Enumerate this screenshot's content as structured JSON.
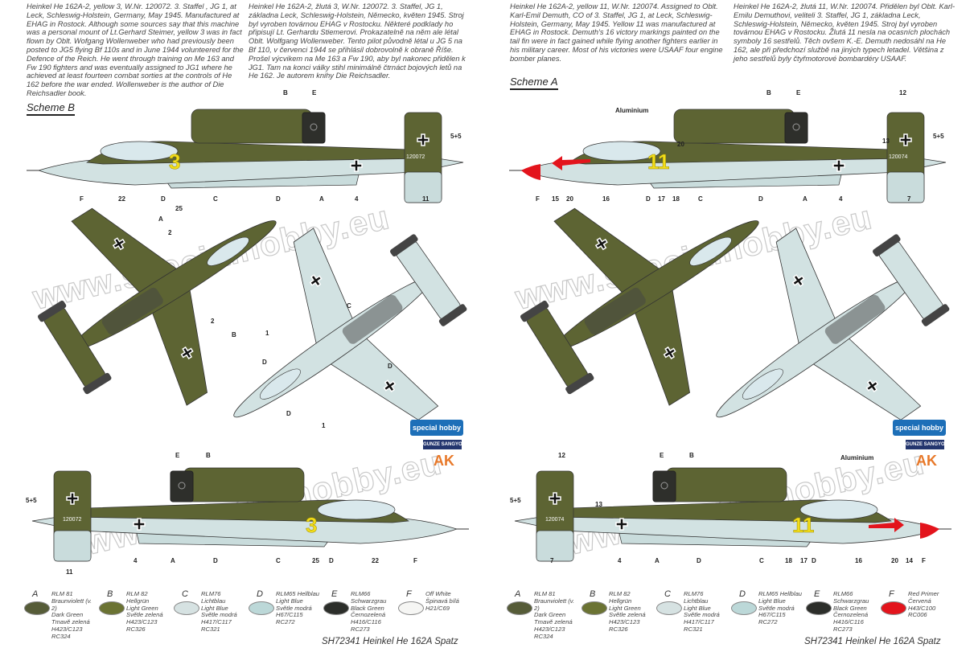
{
  "left": {
    "desc_en": "Heinkel He 162A-2, yellow 3, W.Nr. 120072. 3. Staffel , JG 1, at Leck, Schleswig-Holstein, Germany, May 1945. Manufactured at EHAG in Rostock. Although some sources say that this machine was a personal mount of Lt.Gerhard Steimer, yellow 3 was in fact flown by Oblt. Wofgang Wollenweber who had previously been posted to JG5 flying Bf 110s and in June 1944 volunteered for the Defence of the Reich. He went through training on Me 163 and Fw 190 fighters and was eventually assigned to JG1 where he achieved at least fourteen combat sorties at the controls of He 162 before the war ended. Wollenweber is the author of Die Reichsadler book.",
    "desc_cz": "Heinkel He 162A-2, žlutá 3, W.Nr. 120072. 3. Staffel, JG 1, základna Leck, Schleswig-Holstein, Německo, květen 1945. Stroj byl vyroben továrnou EHAG v Rostocku. Některé podklady ho připisují Lt. Gerhardu Stiemerovi. Prokazatelně na něm ale létal Oblt. Wolfgang Wollenweber. Tento pilot původně létal u JG 5 na Bf 110, v červenci 1944 se přihlásil dobrovolně k obraně Říše. Prošel výcvikem na Me 163 a Fw 190, aby byl nakonec přidělen k JG1. Tam na konci války stihl minimálně čtrnáct bojových letů na He 162. Je autorem knihy Die Reichsadler.",
    "scheme": "Scheme B",
    "code": "3",
    "werknummer": "120072",
    "labels_top": [
      "B",
      "E",
      "5+5",
      "F",
      "22",
      "D",
      "25",
      "C",
      "D",
      "A",
      "4",
      "11"
    ],
    "labels_plan": [
      "A",
      "2",
      "2",
      "B",
      "C",
      "1",
      "D",
      "D",
      "D",
      "1"
    ],
    "labels_bottom": [
      "E",
      "B",
      "5+5",
      "11",
      "4",
      "A",
      "D",
      "C",
      "25",
      "D",
      "22",
      "F"
    ]
  },
  "right": {
    "desc_en": "Heinkel He 162A-2, yellow 11, W.Nr. 120074. Assigned to Oblt. Karl-Emil Demuth, CO of 3. Staffel, JG 1, at Leck, Schleswig-Holstein, Germany, May 1945. Yellow 11 was manufactured at EHAG in Rostock. Demuth's 16 victory markings painted on the tail fin were in fact gained while flying another fighters earlier in his military career. Most of his victories were USAAF four engine bomber planes.",
    "desc_cz": "Heinkel He 162A-2, žlutá 11, W.Nr. 120074. Přidělen byl Oblt. Karl-Emilu Demuthovi, veliteli 3. Staffel, JG 1, základna Leck, Schleswig-Holstein, Německo, květen 1945. Stroj byl vyroben továrnou EHAG v Rostocku. Žlutá 11 nesla na ocasních plochách symboly 16 sestřelů. Těch ovšem K.-E. Demuth nedosáhl na He 162, ale při předchozí službě na jiných typech letadel. Většina z jeho sestřelů byly čtyřmotorové bombardéry USAAF.",
    "scheme": "Scheme A",
    "code": "11",
    "werknummer": "120074",
    "labels_top": [
      "Aluminium",
      "B",
      "E",
      "12",
      "13",
      "5+5",
      "F",
      "15",
      "20",
      "16",
      "D",
      "17",
      "20",
      "18",
      "C",
      "D",
      "A",
      "4",
      "7"
    ],
    "labels_plan": [],
    "labels_bottom": [
      "12",
      "E",
      "B",
      "Aluminium",
      "5+5",
      "13",
      "7",
      "4",
      "A",
      "D",
      "C",
      "18",
      "17",
      "D",
      "16",
      "20",
      "14",
      "F"
    ]
  },
  "watermark": "www.specialhobby.eu",
  "logos": {
    "brand": "special hobby",
    "gunze": "GUNZE SANGYO",
    "ak": "AK"
  },
  "legend_left": [
    {
      "letter": "A",
      "color": "#565c38",
      "lines": [
        "RLM 81 Braunviolett (v. 2)",
        "Dark Green",
        "Tmavě zelená",
        "H423/C123",
        "RC324"
      ]
    },
    {
      "letter": "B",
      "color": "#6b7333",
      "lines": [
        "RLM 82 Hellgrün",
        "Light Green",
        "Světle zelená",
        "H423/C123",
        "RC326"
      ]
    },
    {
      "letter": "C",
      "color": "#d6e2e2",
      "lines": [
        "RLM76 Lichtblau",
        "Light Blue",
        "Světle modrá",
        "H417/C117",
        "RC321"
      ]
    },
    {
      "letter": "D",
      "color": "#bcd8d8",
      "lines": [
        "RLM65 Hellblau",
        "Light Blue",
        "Světle modrá",
        "H67/C115",
        "RC272"
      ]
    },
    {
      "letter": "E",
      "color": "#2c2e2a",
      "lines": [
        "RLM66 Schwarzgrau",
        "Black Green",
        "Černozelená",
        "H416/C116",
        "RC273"
      ]
    },
    {
      "letter": "F",
      "color": "#f6f6f4",
      "lines": [
        "Off White",
        "Špinavá bílá",
        "H21/C69"
      ]
    }
  ],
  "legend_right": [
    {
      "letter": "A",
      "color": "#565c38",
      "lines": [
        "RLM 81 Braunviolett (v. 2)",
        "Dark Green",
        "Tmavě zelená",
        "H423/C123",
        "RC324"
      ]
    },
    {
      "letter": "B",
      "color": "#6b7333",
      "lines": [
        "RLM 82 Hellgrün",
        "Light Green",
        "Světle zelená",
        "H423/C123",
        "RC326"
      ]
    },
    {
      "letter": "C",
      "color": "#d6e2e2",
      "lines": [
        "RLM76 Lichtblau",
        "Light Blue",
        "Světle modrá",
        "H417/C117",
        "RC321"
      ]
    },
    {
      "letter": "D",
      "color": "#bcd8d8",
      "lines": [
        "RLM65 Hellblau",
        "Light Blue",
        "Světle modrá",
        "H67/C115",
        "RC272"
      ]
    },
    {
      "letter": "E",
      "color": "#2c2e2a",
      "lines": [
        "RLM66 Schwarzgrau",
        "Black Green",
        "Černozelená",
        "H416/C116",
        "RC273"
      ]
    },
    {
      "letter": "F",
      "color": "#e3141c",
      "lines": [
        "Red Primer",
        "Červená",
        "H43/C100",
        "RC006"
      ]
    }
  ],
  "footer": "SH72341 Heinkel He 162A Spatz"
}
